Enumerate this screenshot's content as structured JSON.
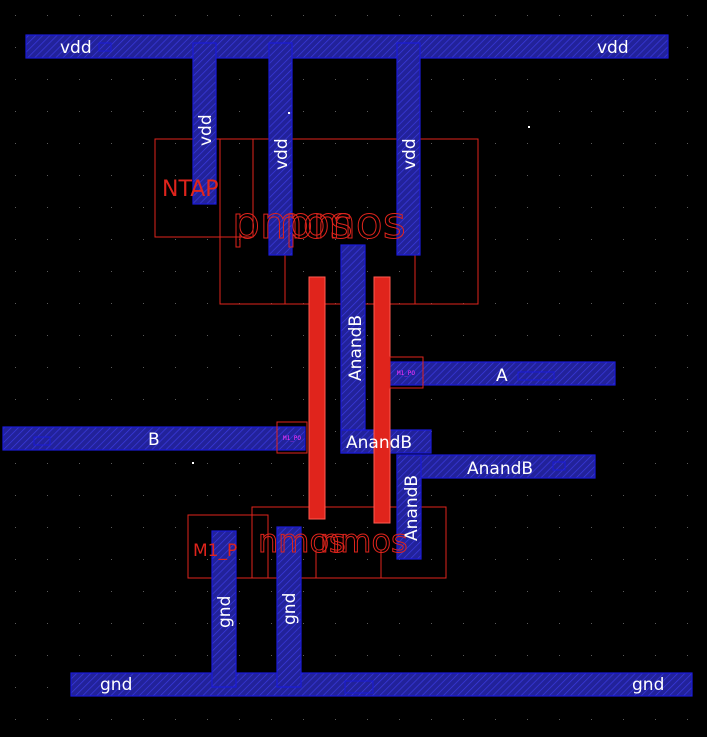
{
  "colors": {
    "background": "#000000",
    "metal": "#1a1ad6",
    "metal_fill": "#2828a8",
    "poly": "#e0241c",
    "outline": "#e0241c",
    "label": "#ffffff",
    "contact": "#ff33ff"
  },
  "nets": {
    "vdd": "vdd",
    "gnd": "gnd",
    "a": "A",
    "b": "B",
    "out": "AnandB"
  },
  "cells": {
    "ntap": "NTAP",
    "m1p": "M1_P",
    "pmos_a": "pmos",
    "pmos_b": "pmos",
    "nmos_a": "nmos",
    "nmos_b": "nmos",
    "via_a": "M1_PO",
    "via_b": "M1_PO"
  }
}
